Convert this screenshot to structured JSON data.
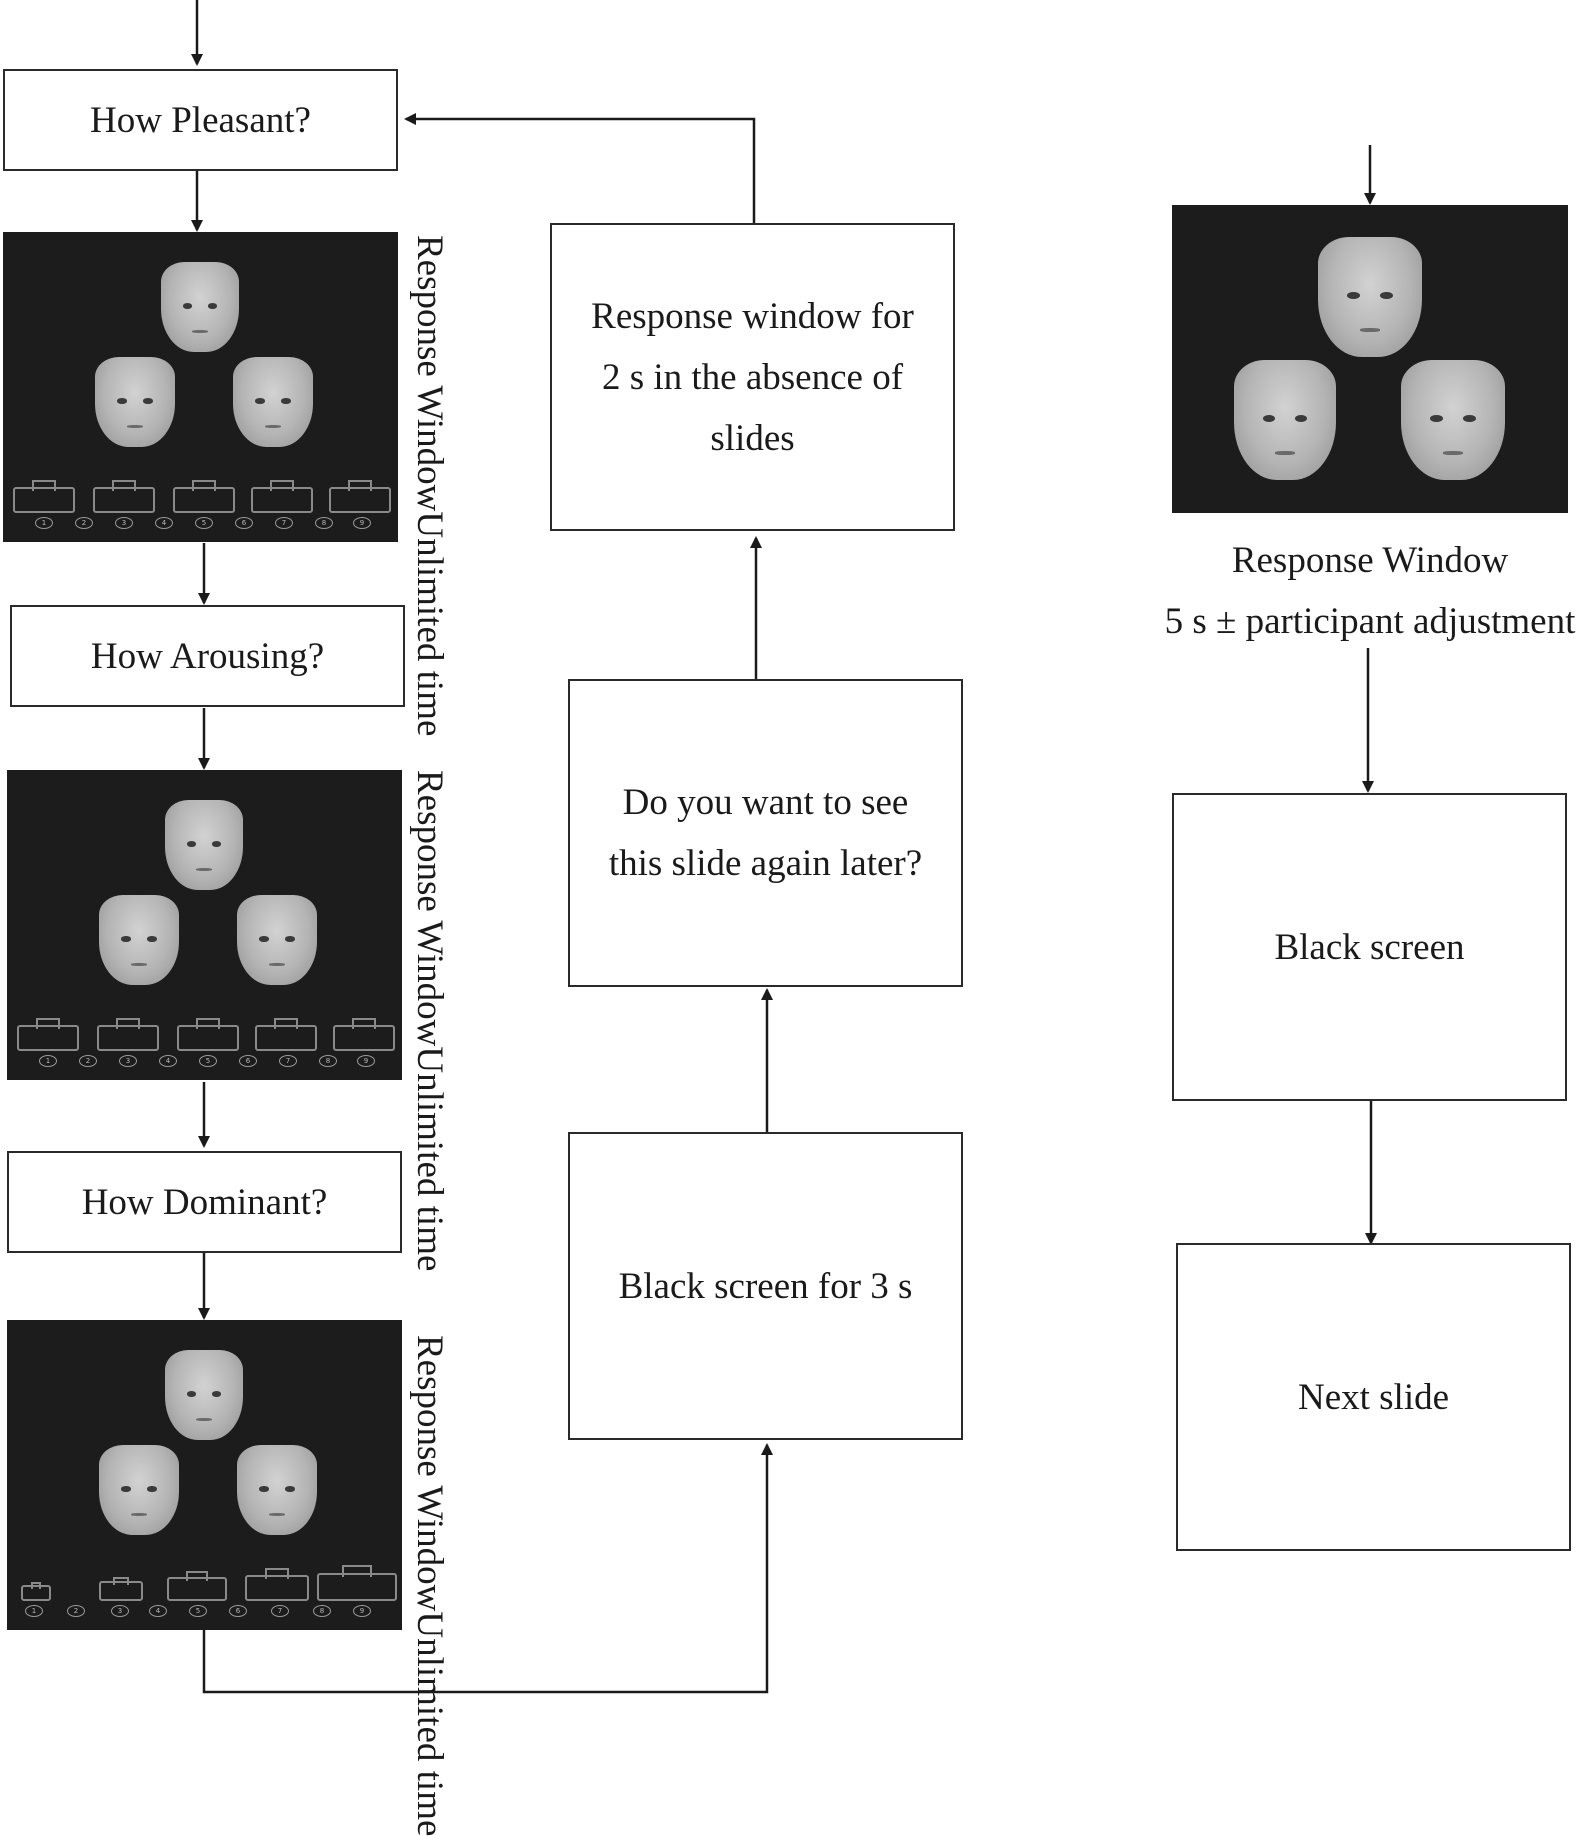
{
  "flow_left": {
    "q_pleasant": "How Pleasant?",
    "q_arousing": "How Arousing?",
    "q_dominant": "How Dominant?",
    "response_label_line1": "Response Window",
    "response_label_line2": "Unlimited time"
  },
  "flow_middle": {
    "black_screen_3s": "Black screen for 3 s",
    "see_again_line1": "Do you want to see",
    "see_again_line2": "this slide again later?",
    "response_2s_line1": "Response window for",
    "response_2s_line2": "2 s in the absence of",
    "response_2s_line3": "slides"
  },
  "flow_right": {
    "response_label_line1": "Response Window",
    "response_label_line2": "5 s ± participant adjustment",
    "black_screen": "Black screen",
    "next_slide": "Next slide"
  },
  "scale_numbers": [
    "1",
    "2",
    "3",
    "4",
    "5",
    "6",
    "7",
    "8",
    "9"
  ]
}
